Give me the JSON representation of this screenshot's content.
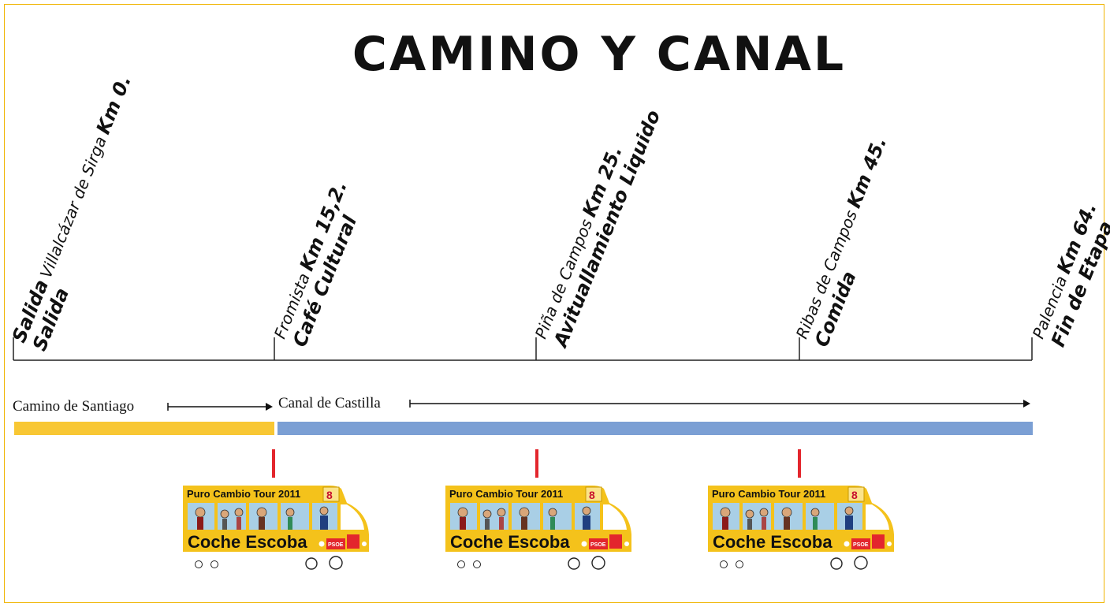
{
  "title": "CAMINO Y CANAL",
  "stops": [
    {
      "place": "Villalcázar de Sirga",
      "km": "Km 0.",
      "line1_prefix": "Salida",
      "event": "Salida"
    },
    {
      "place": "Fromista",
      "km": "Km 15,2.",
      "line1_prefix": "",
      "event": "Café Cultural"
    },
    {
      "place": "Piña de Campos",
      "km": "Km 25.",
      "line1_prefix": "",
      "event": "Avituallamiento Liquido"
    },
    {
      "place": "Ribas de Campos",
      "km": "Km 45.",
      "line1_prefix": "",
      "event": "Comida"
    },
    {
      "place": "Palencia",
      "km": "Km 64.",
      "line1_prefix": "",
      "event": "Fin de Etapa"
    }
  ],
  "routes": [
    {
      "name": "Camino de Santiago",
      "color": "#f8c734"
    },
    {
      "name": "Canal de Castilla",
      "color": "#7b9fd4"
    }
  ],
  "bus": {
    "title": "Puro Cambio Tour 2011",
    "number": "8",
    "label": "Coche Escoba",
    "logo": "PSOE"
  },
  "colors": {
    "bus_yellow": "#f4c21b",
    "marker_red": "#e3262d",
    "frame": "#f0b400"
  }
}
